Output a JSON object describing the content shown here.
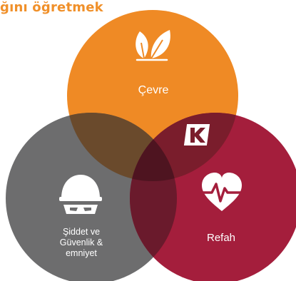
{
  "header": {
    "title": "ğını öğretmek"
  },
  "diagram": {
    "type": "venn",
    "circles": [
      {
        "label": "Çevre",
        "icon": "leaves-icon",
        "color": "#ef8a25"
      },
      {
        "label_lines": [
          "Şiddet ve",
          "Güvenlik &",
          "emniyet"
        ],
        "icon": "helmet-mask-icon",
        "color": "#6d6d6e"
      },
      {
        "label": "Refah",
        "icon": "heart-pulse-icon",
        "color": "#a41e3c"
      }
    ],
    "center": {
      "icon": "k-logo-icon"
    }
  }
}
